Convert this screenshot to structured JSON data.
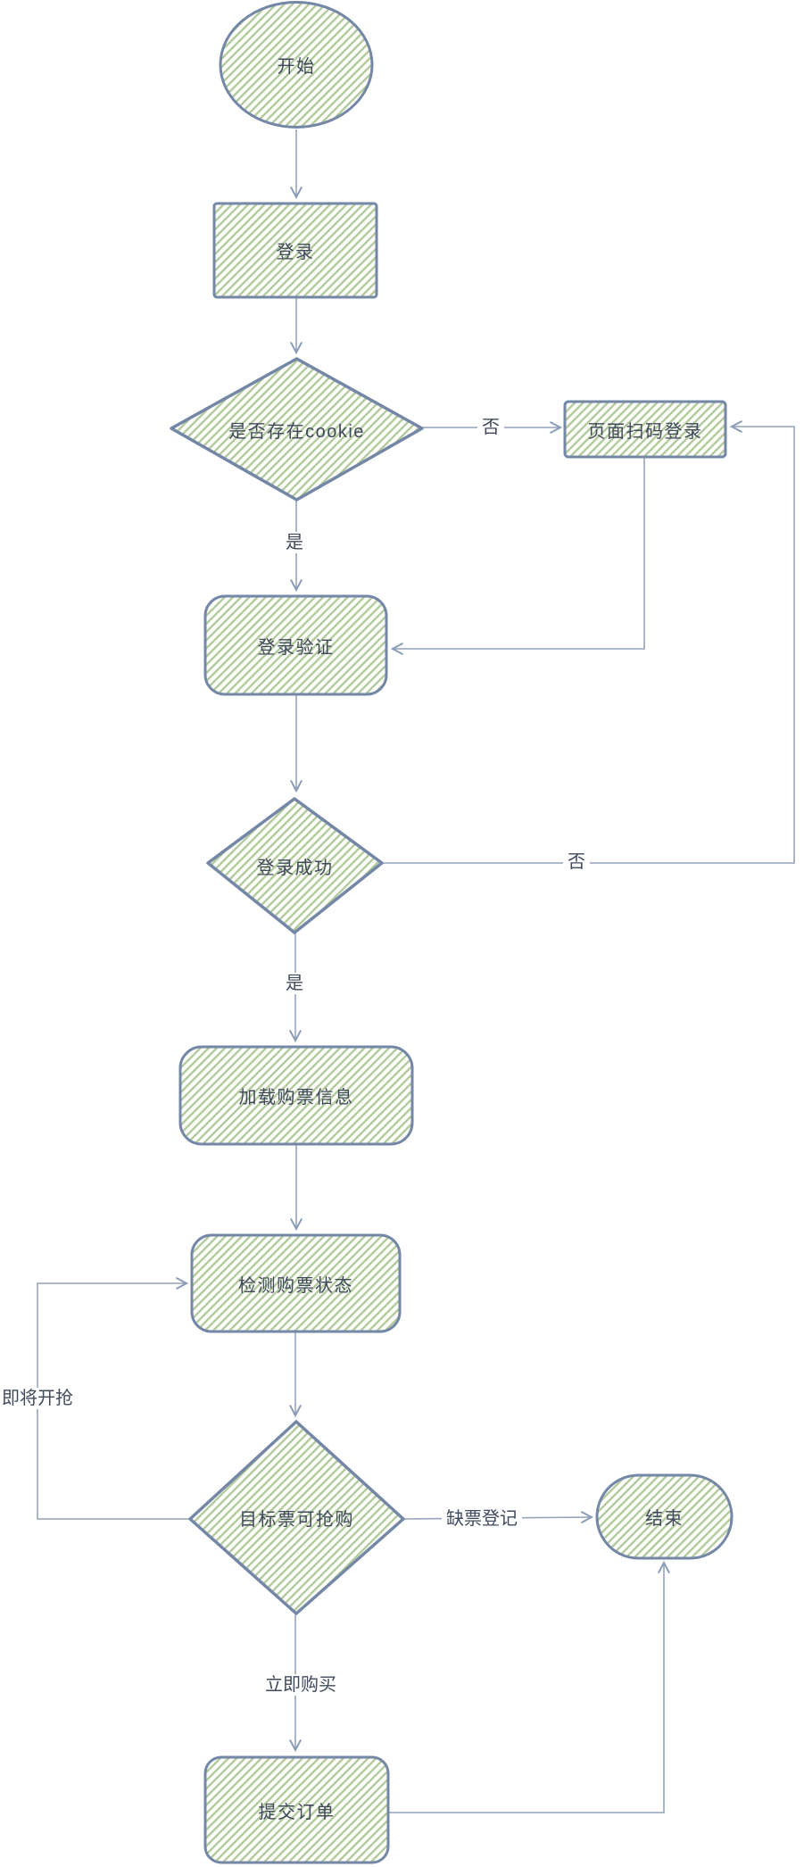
{
  "diagram": {
    "type": "flowchart",
    "style": "hand-drawn",
    "nodes": [
      {
        "id": "start",
        "shape": "ellipse",
        "label": "开始"
      },
      {
        "id": "login",
        "shape": "rectangle",
        "label": "登录"
      },
      {
        "id": "cookie-check",
        "shape": "diamond",
        "label": "是否存在cookie"
      },
      {
        "id": "scan-login",
        "shape": "rectangle",
        "label": "页面扫码登录"
      },
      {
        "id": "login-verify",
        "shape": "rounded-rect",
        "label": "登录验证"
      },
      {
        "id": "login-success",
        "shape": "diamond",
        "label": "登录成功"
      },
      {
        "id": "load-info",
        "shape": "rounded-rect",
        "label": "加载购票信息"
      },
      {
        "id": "detect-status",
        "shape": "rounded-rect",
        "label": "检测购票状态"
      },
      {
        "id": "target-ticket",
        "shape": "diamond",
        "label": "目标票可抢购"
      },
      {
        "id": "end",
        "shape": "stadium",
        "label": "结束"
      },
      {
        "id": "submit-order",
        "shape": "rounded-rect",
        "label": "提交订单"
      }
    ],
    "edge_labels": [
      {
        "id": "cookie-no",
        "text": "否"
      },
      {
        "id": "cookie-yes",
        "text": "是"
      },
      {
        "id": "success-no",
        "text": "否"
      },
      {
        "id": "success-yes",
        "text": "是"
      },
      {
        "id": "about-to-start",
        "text": "即将开抢"
      },
      {
        "id": "sold-out-register",
        "text": "缺票登记"
      },
      {
        "id": "buy-now",
        "text": "立即购买"
      }
    ],
    "colors": {
      "node_border": "#7487a6",
      "node_fill_hatch": "#b0c89a",
      "connector": "#94a4bc",
      "text": "#3f4a5c",
      "background": "#ffffff"
    }
  }
}
